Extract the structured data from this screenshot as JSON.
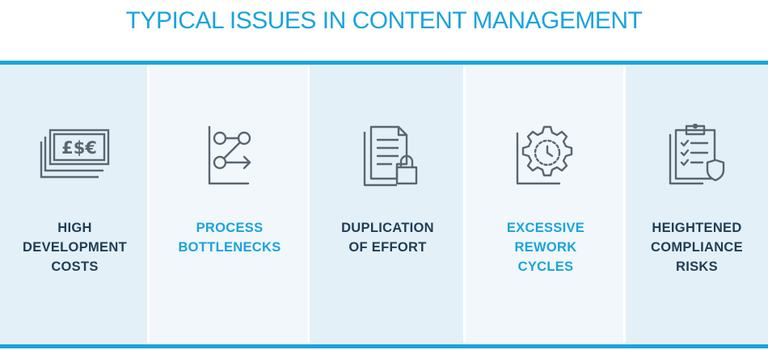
{
  "title": "TYPICAL ISSUES IN CONTENT MANAGEMENT",
  "colors": {
    "accent": "#1aa3dc",
    "dark_text": "#1f3d54",
    "icon_gray": "#5a6570"
  },
  "items": [
    {
      "icon": "currency-notes-icon",
      "lines": [
        "HIGH",
        "DEVELOPMENT",
        "COSTS"
      ],
      "accent": false
    },
    {
      "icon": "process-flow-icon",
      "lines": [
        "PROCESS",
        "BOTTLENECKS"
      ],
      "accent": true
    },
    {
      "icon": "locked-document-icon",
      "lines": [
        "DUPLICATION",
        "OF EFFORT"
      ],
      "accent": false
    },
    {
      "icon": "gear-clock-icon",
      "lines": [
        "EXCESSIVE",
        "REWORK",
        "CYCLES"
      ],
      "accent": true
    },
    {
      "icon": "clipboard-badge-icon",
      "lines": [
        "HEIGHTENED",
        "COMPLIANCE",
        "RISKS"
      ],
      "accent": false
    }
  ],
  "currency_symbols": "£$€"
}
